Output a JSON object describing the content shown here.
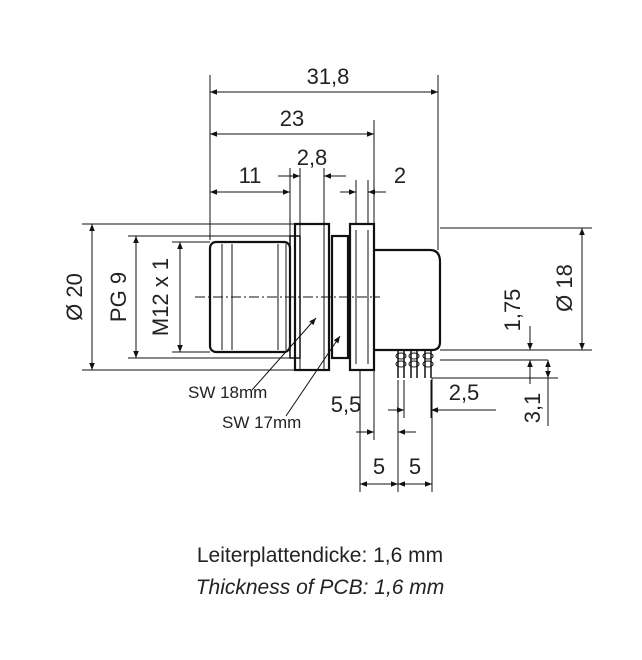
{
  "dimensions": {
    "d31_8": "31,8",
    "d23": "23",
    "d11": "11",
    "d2_8": "2,8",
    "d2": "2",
    "dia20": "Ø 20",
    "pg9": "PG 9",
    "m12": "M12 x 1",
    "dia18": "Ø 18",
    "d1_75": "1,75",
    "d3_1": "3,1",
    "d5_5": "5,5",
    "d2_5": "2,5",
    "d5a": "5",
    "d5b": "5"
  },
  "notes": {
    "sw18": "SW 18mm",
    "sw17": "SW 17mm"
  },
  "caption": {
    "german": "Leiterplattendicke: 1,6 mm",
    "english": "Thickness of PCB: 1,6 mm"
  }
}
